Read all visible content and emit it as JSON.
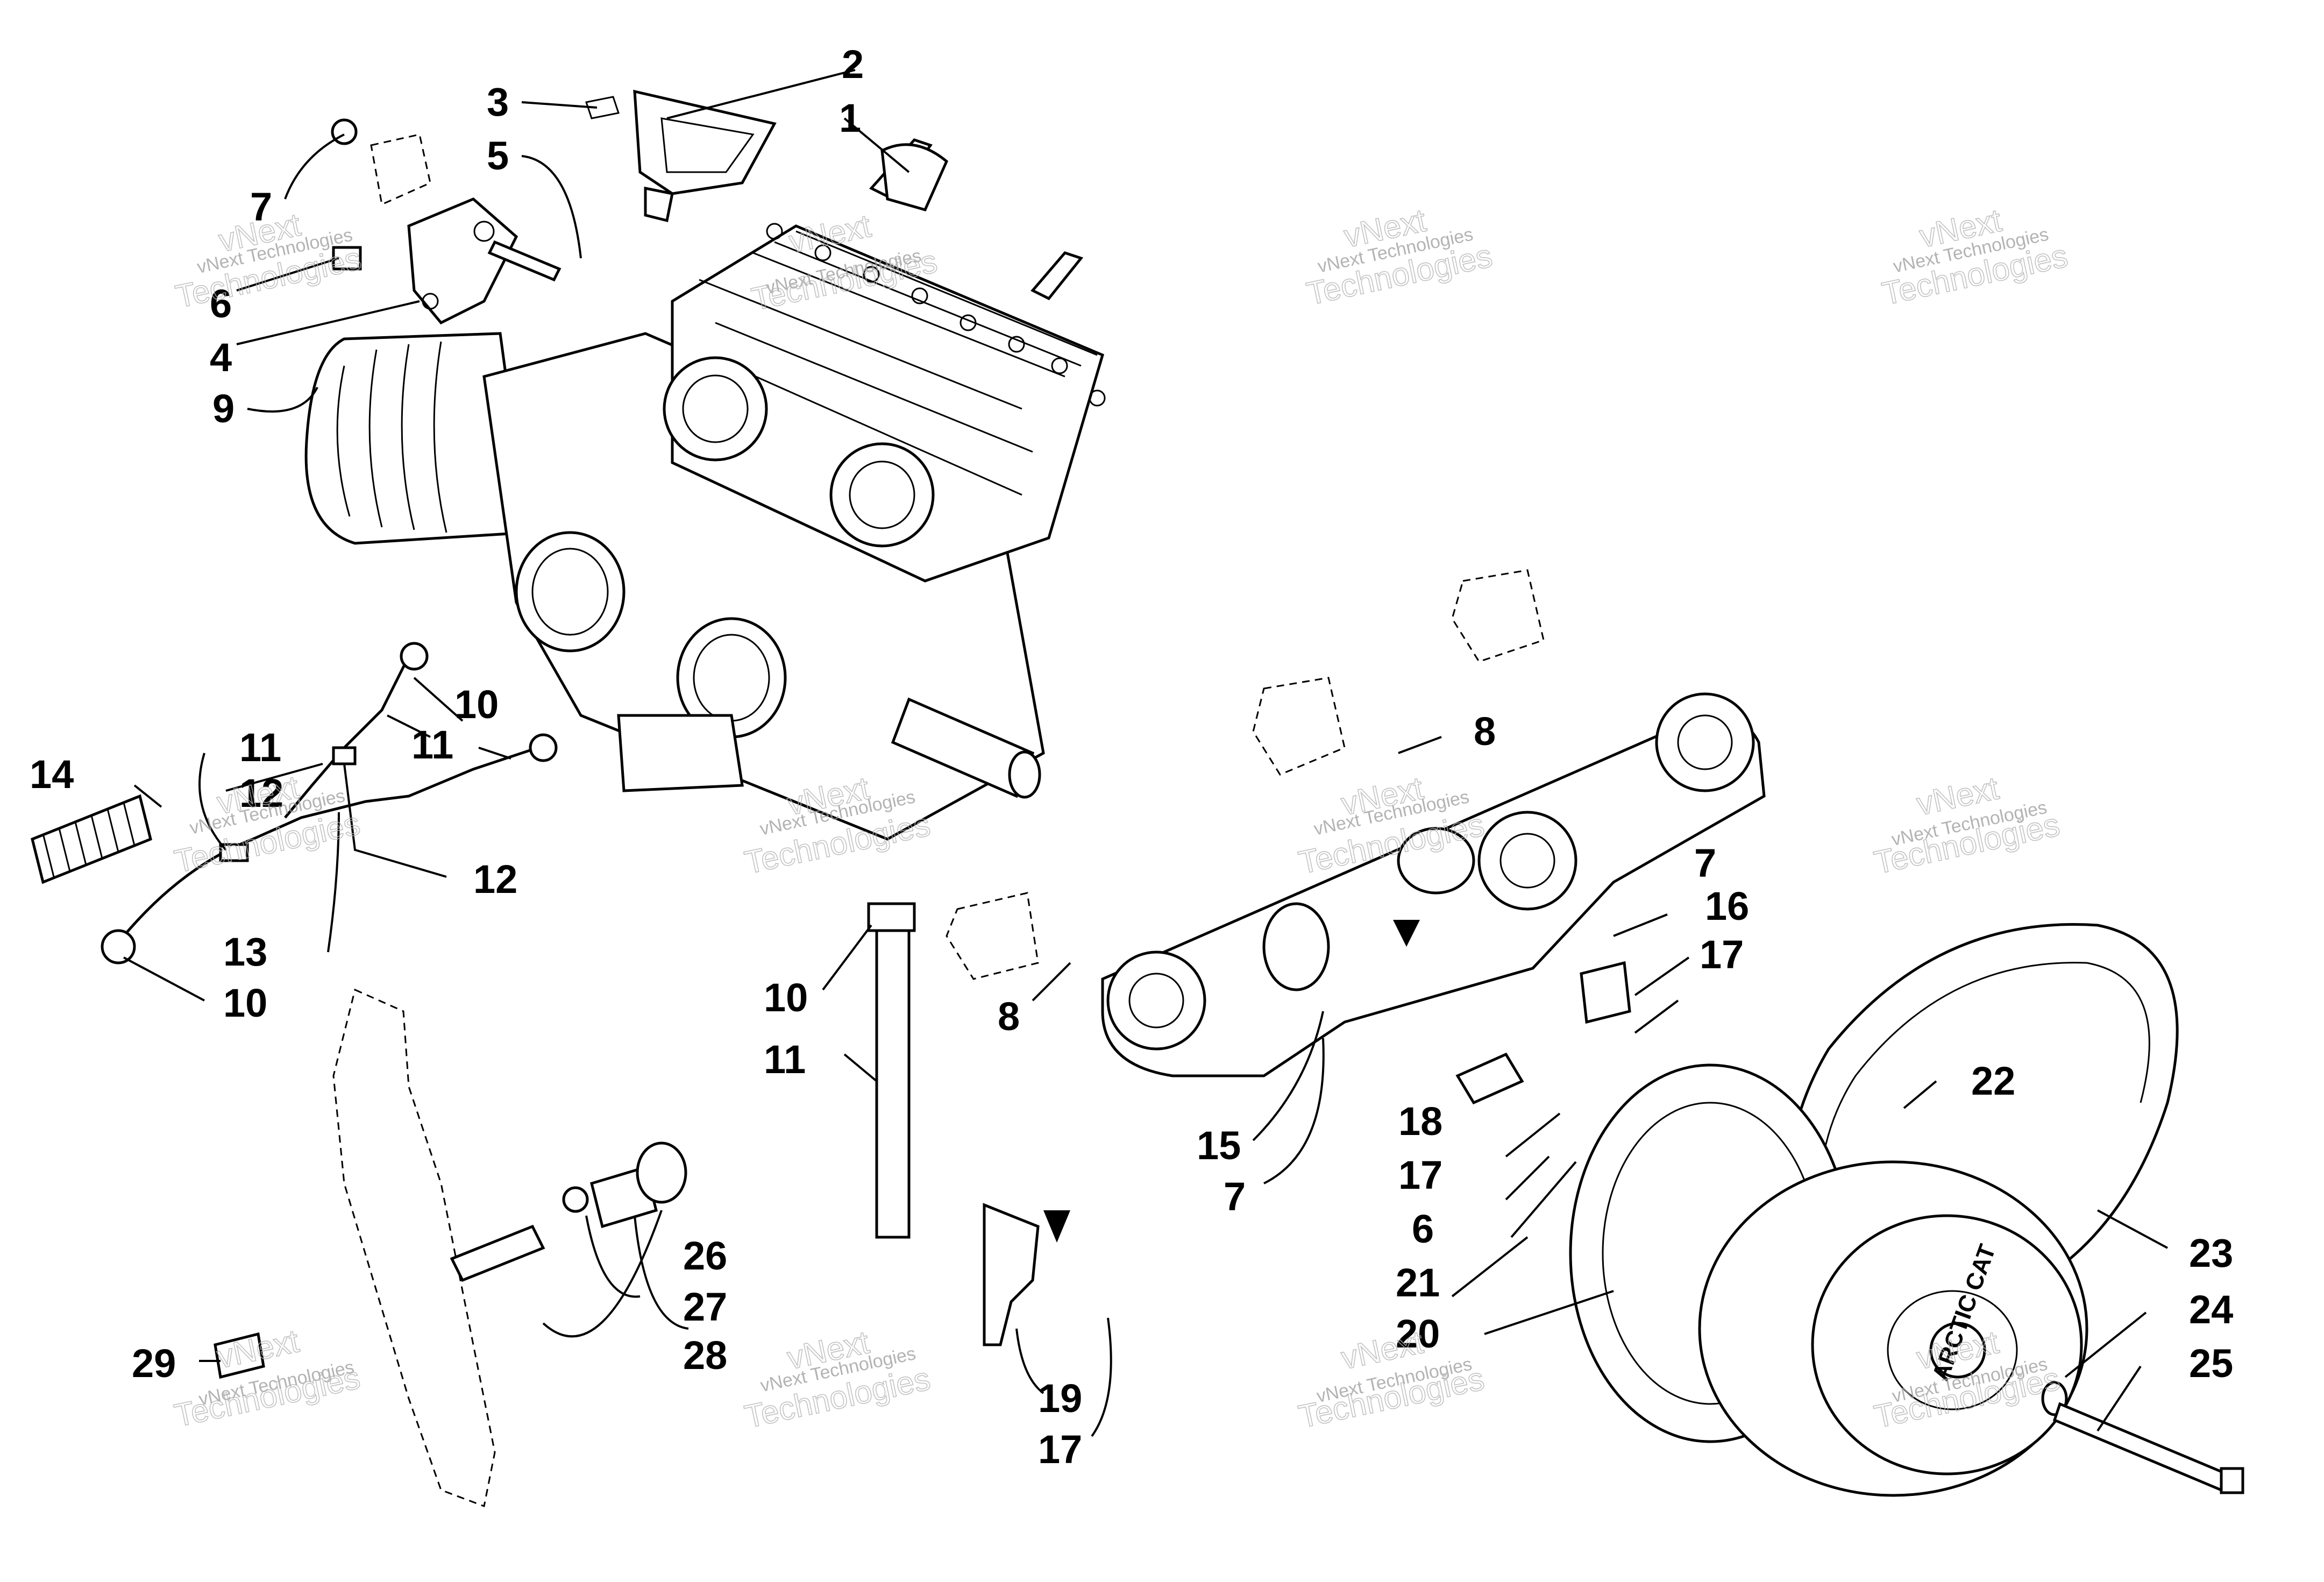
{
  "watermark": {
    "line1": "vNext Technologies",
    "line2_a": "vNext",
    "line2_b": "Technologies"
  },
  "callouts": {
    "c1": "1",
    "c2": "2",
    "c3": "3",
    "c4": "4",
    "c5": "5",
    "c6a": "6",
    "c6b": "6",
    "c7a": "7",
    "c7b": "7",
    "c7c": "7",
    "c8a": "8",
    "c8b": "8",
    "c9": "9",
    "c10a": "10",
    "c10b": "10",
    "c10c": "10",
    "c11a": "11",
    "c11b": "11",
    "c11c": "11",
    "c12a": "12",
    "c12b": "12",
    "c13": "13",
    "c14": "14",
    "c15": "15",
    "c16": "16",
    "c17a": "17",
    "c17b": "17",
    "c17c": "17",
    "c18": "18",
    "c19": "19",
    "c20": "20",
    "c21": "21",
    "c22": "22",
    "c23": "23",
    "c24": "24",
    "c25": "25",
    "c26": "26",
    "c27": "27",
    "c28": "28",
    "c29": "29"
  },
  "brand_on_clutch": "ARCTIC CAT"
}
